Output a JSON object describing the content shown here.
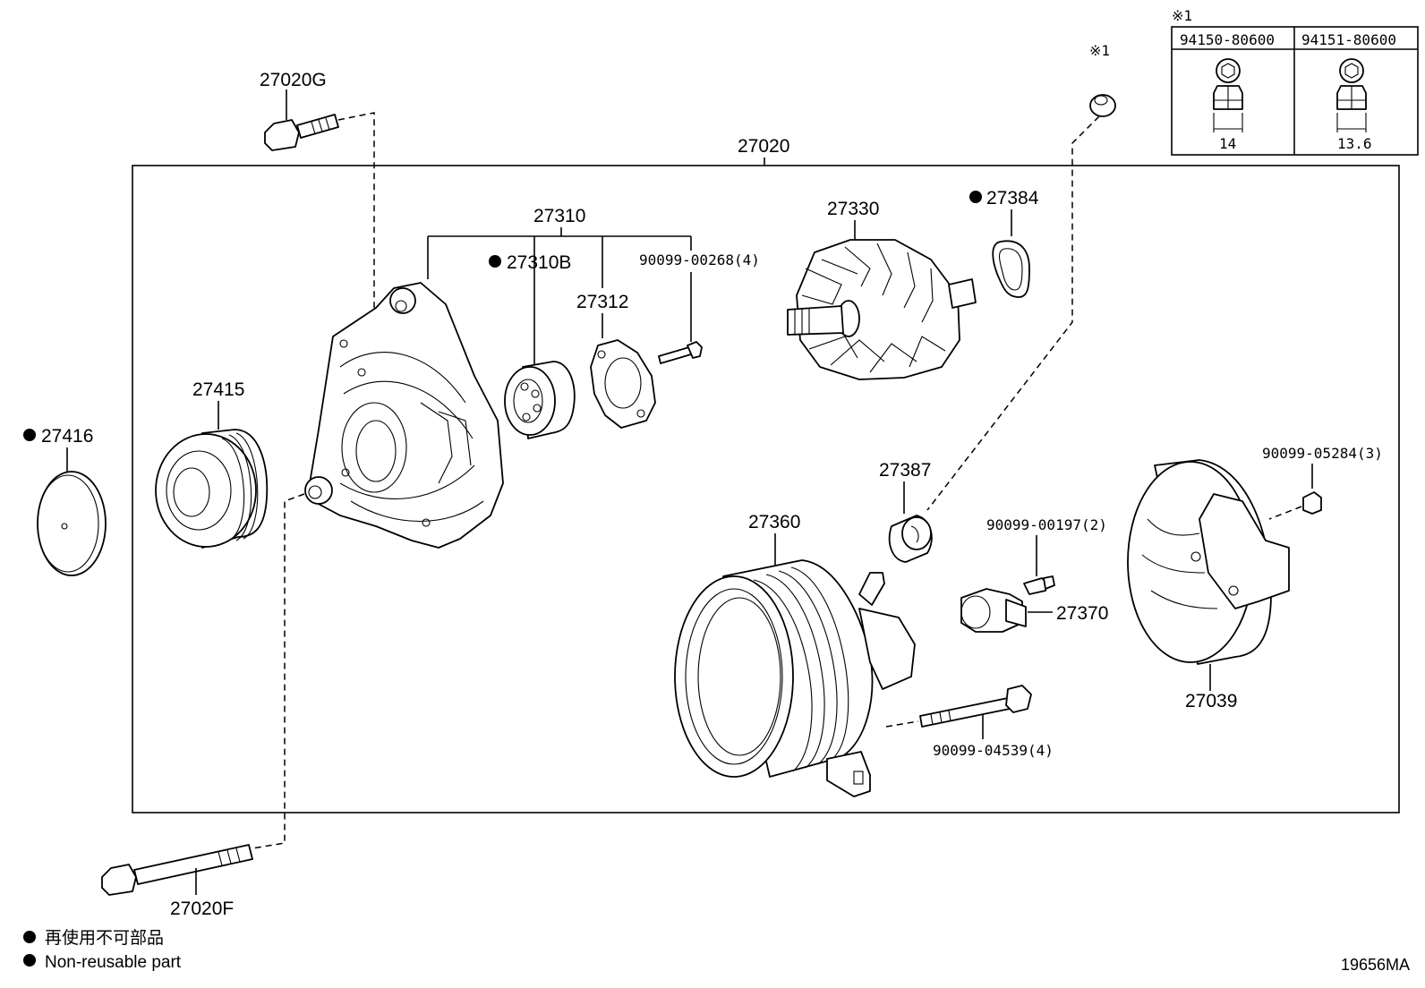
{
  "assembly": "27020",
  "labels": {
    "p27020G": "27020G",
    "p27310": "27310",
    "p27310B": "27310B",
    "p27312": "27312",
    "p90099_00268": "90099-00268(4)",
    "p27330": "27330",
    "p27384": "27384",
    "p27415": "27415",
    "p27416": "27416",
    "p27387": "27387",
    "p27360": "27360",
    "p90099_00197": "90099-00197(2)",
    "p27370": "27370",
    "p90099_05284": "90099-05284(3)",
    "p27039": "27039",
    "p90099_04539": "90099-04539(4)",
    "p27020F": "27020F",
    "note_ref": "※1"
  },
  "ref_table": {
    "title": "※1",
    "cols": [
      {
        "part": "94150-80600",
        "dim": "14"
      },
      {
        "part": "94151-80600",
        "dim": "13.6"
      }
    ]
  },
  "legend": {
    "jp": "再使用不可部品",
    "en": "Non-reusable part"
  },
  "diagram_code": "19656MA",
  "colors": {
    "line": "#000000",
    "bg": "#ffffff"
  }
}
